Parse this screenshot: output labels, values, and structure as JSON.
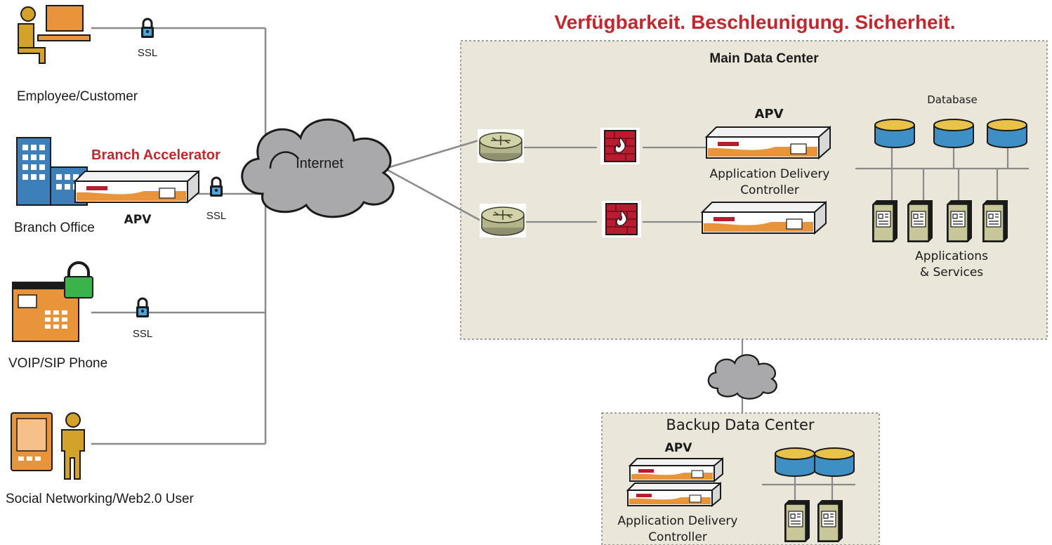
{
  "headline": "Verfügbarkeit. Beschleunigung. Sicherheit.",
  "clients": {
    "employee": "Employee/Customer",
    "branch_office": "Branch Office",
    "branch_accelerator": "Branch Accelerator",
    "branch_apv": "APV",
    "voip": "VOIP/SIP Phone",
    "social": "Social Networking/Web2.0 User"
  },
  "ssl_label": "SSL",
  "internet_label": "Internet",
  "main_dc": {
    "title": "Main Data Center",
    "apv_label": "APV",
    "adc_line1": "Application Delivery",
    "adc_line2": "Controller",
    "database_label": "Database",
    "apps_line1": "Applications",
    "apps_line2": "& Services"
  },
  "backup_dc": {
    "title": "Backup Data Center",
    "apv_label": "APV",
    "adc_line1": "Application Delivery",
    "adc_line2": "Controller"
  },
  "colors": {
    "brand_red": "#c1272d",
    "dc_fill": "#ebe6da",
    "line": "#8a8a8a",
    "db_blue": "#3d8fc4",
    "server_green": "#c8c79a",
    "apv_orange": "#e8943a",
    "firewall_red": "#b81c2e",
    "person_gold": "#d2a22a",
    "cloud_gray": "#a9a9ab"
  },
  "icons": [
    "person-laptop-icon",
    "building-icon",
    "appliance-icon",
    "lock-icon",
    "cloud-icon",
    "router-icon",
    "firewall-icon",
    "database-icon",
    "server-icon",
    "phone-icon",
    "tablet-person-icon"
  ]
}
